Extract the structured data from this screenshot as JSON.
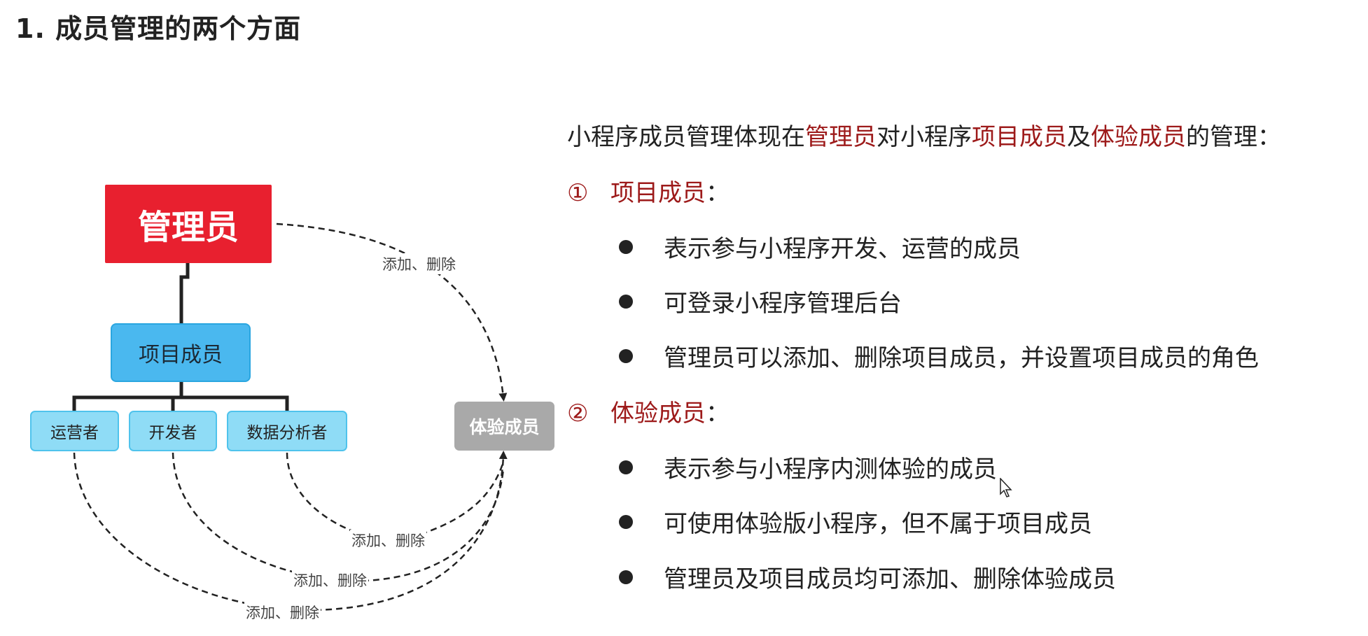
{
  "title": "1. 成员管理的两个方面",
  "diagram": {
    "admin": "管理员",
    "project_member": "项目成员",
    "roles": [
      "运营者",
      "开发者",
      "数据分析者"
    ],
    "trial_member": "体验成员",
    "edge_labels": [
      "添加、删除",
      "添加、删除",
      "添加、删除",
      "添加、删除"
    ]
  },
  "intro": {
    "part1": "小程序成员管理体现在",
    "hl1": "管理员",
    "part2": "对小程序",
    "hl2": "项目成员",
    "part3": "及",
    "hl3": "体验成员",
    "part4": "的管理："
  },
  "sections": [
    {
      "num": "①",
      "title": "项目成员",
      "colon": "：",
      "bullets": [
        "表示参与小程序开发、运营的成员",
        "可登录小程序管理后台",
        "管理员可以添加、删除项目成员，并设置项目成员的角色"
      ]
    },
    {
      "num": "②",
      "title": "体验成员",
      "colon": "：",
      "bullets": [
        "表示参与小程序内测体验的成员",
        "可使用体验版小程序，但不属于项目成员",
        "管理员及项目成员均可添加、删除体验成员"
      ]
    }
  ],
  "colors": {
    "admin_red": "#e8202f",
    "project_blue": "#4ab8ef",
    "role_blue": "#8fdcf6",
    "trial_gray": "#a9a9a9",
    "highlight": "#9d1a1a"
  }
}
